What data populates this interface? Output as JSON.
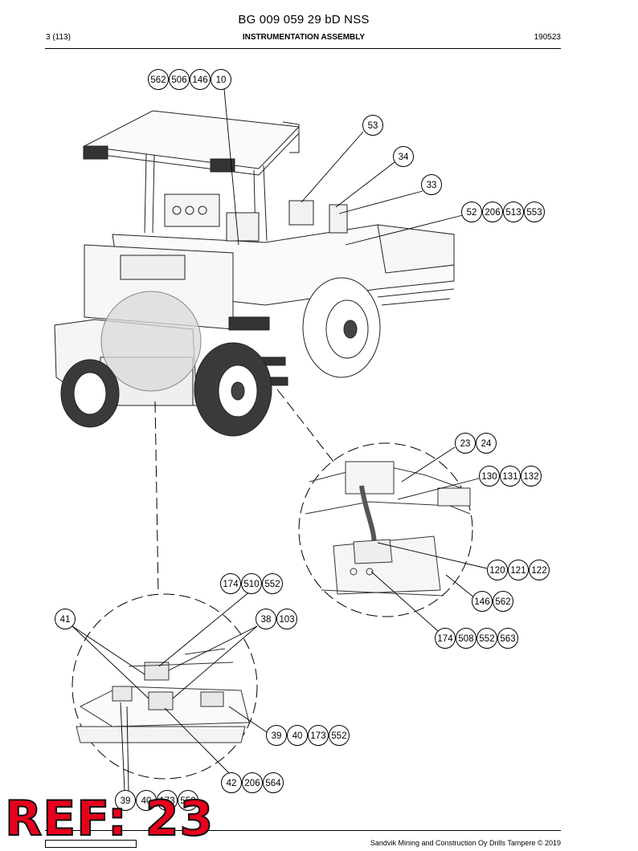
{
  "header": {
    "document_id": "BG 009 059 29 bD NSS",
    "page": "3 (113)",
    "section_title": "INSTRUMENTATION ASSEMBLY",
    "revision_date": "190523"
  },
  "callouts": {
    "top_left": [
      "562",
      "506",
      "146",
      "10"
    ],
    "c53": [
      "53"
    ],
    "c34": [
      "34"
    ],
    "c33": [
      "33"
    ],
    "c52": [
      "52",
      "206",
      "513",
      "553"
    ],
    "c23": [
      "23",
      "24"
    ],
    "c130": [
      "130",
      "131",
      "132"
    ],
    "c120": [
      "120",
      "121",
      "122"
    ],
    "c146": [
      "146",
      "562"
    ],
    "c174a": [
      "174",
      "508",
      "552",
      "563"
    ],
    "c174b": [
      "174",
      "510",
      "552"
    ],
    "c41": [
      "41"
    ],
    "c38": [
      "38",
      "103"
    ],
    "c39a": [
      "39",
      "40",
      "173",
      "552"
    ],
    "c42": [
      "42",
      "206",
      "564"
    ],
    "c39b": [
      "39",
      "40",
      "173",
      "552"
    ]
  },
  "footer": {
    "copyright": "Sandvik Mining and Construction Oy Drills Tampere © 2019"
  },
  "stamp": {
    "text": "REF: 23"
  }
}
